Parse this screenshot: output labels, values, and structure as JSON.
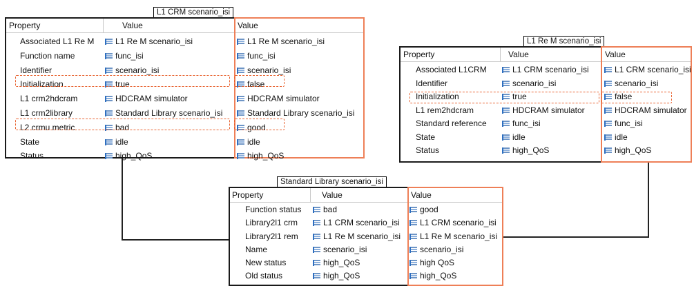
{
  "table1": {
    "title": "L1 CRM scenario_isi",
    "header_property": "Property",
    "header_value": "Value",
    "header_value2": "Value",
    "rows": [
      {
        "property": "Associated L1 Re M",
        "value": "L1 Re M scenario_isi",
        "value2": "L1 Re M scenario_isi"
      },
      {
        "property": "Function name",
        "value": "func_isi",
        "value2": "func_isi"
      },
      {
        "property": "Identifier",
        "value": "scenario_isi",
        "value2": "scenario_isi"
      },
      {
        "property": "Initialization",
        "value": "true",
        "value2": "false"
      },
      {
        "property": "L1 crm2hdcram",
        "value": "HDCRAM simulator",
        "value2": "HDCRAM simulator"
      },
      {
        "property": "L1 crm2library",
        "value": "Standard Library scenario_isi",
        "value2": "Standard Library scenario_isi"
      },
      {
        "property": "L2 crmu metric",
        "value": "bad",
        "value2": "good"
      },
      {
        "property": "State",
        "value": "idle",
        "value2": "idle"
      },
      {
        "property": "Status",
        "value": "high_QoS",
        "value2": "high_QoS"
      }
    ]
  },
  "table2": {
    "title": "L1 Re M scenario_isi",
    "header_property": "Property",
    "header_value": "Value",
    "header_value2": "Value",
    "rows": [
      {
        "property": "Associated L1CRM",
        "value": "L1 CRM scenario_isi",
        "value2": "L1 CRM scenario_isi"
      },
      {
        "property": "Identifier",
        "value": "scenario_isi",
        "value2": "scenario_isi"
      },
      {
        "property": "Initialization",
        "value": "true",
        "value2": "false"
      },
      {
        "property": "L1 rem2hdcram",
        "value": "HDCRAM simulator",
        "value2": "HDCRAM simulator"
      },
      {
        "property": "Standard reference",
        "value": "func_isi",
        "value2": "func_isi"
      },
      {
        "property": "State",
        "value": "idle",
        "value2": "idle"
      },
      {
        "property": "Status",
        "value": "high_QoS",
        "value2": "high_QoS"
      }
    ]
  },
  "table3": {
    "title": "Standard Library scenario_isi",
    "header_property": "Property",
    "header_value": "Value",
    "header_value2": "Value",
    "rows": [
      {
        "property": "Function status",
        "value": "bad",
        "value2": "good"
      },
      {
        "property": "Library2l1 crm",
        "value": "L1 CRM scenario_isi",
        "value2": "L1 CRM scenario_isi"
      },
      {
        "property": "Library2l1 rem",
        "value": "L1 Re M scenario_isi",
        "value2": "L1 Re M scenario_isi"
      },
      {
        "property": "Name",
        "value": "scenario_isi",
        "value2": "scenario_isi"
      },
      {
        "property": "New status",
        "value": "high_QoS",
        "value2": "high QoS"
      },
      {
        "property": "Old status",
        "value": "high_QoS",
        "value2": "high_QoS"
      }
    ]
  },
  "icons": {
    "value_icon": "property-list-icon"
  },
  "colors": {
    "before_border": "#1a1a1a",
    "after_border": "#ee7f57",
    "highlight": "#e8622f"
  }
}
